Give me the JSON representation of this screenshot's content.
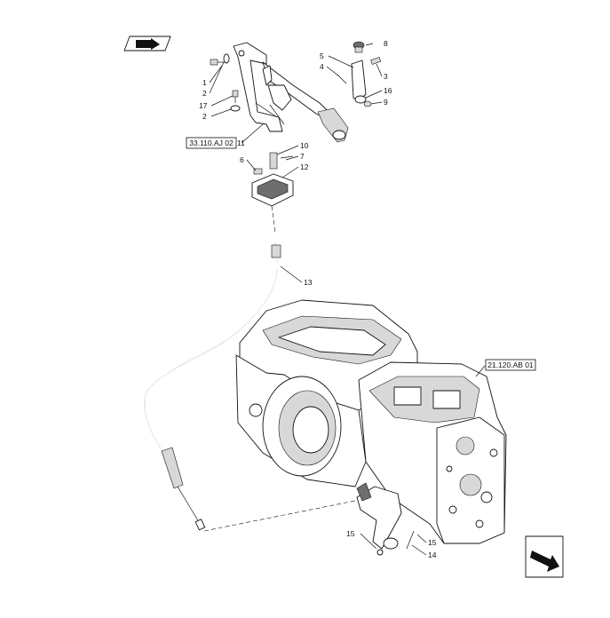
{
  "references": {
    "pedal_group": "33.110.AJ 02",
    "transmission": "21.120.AB 01"
  },
  "callouts": [
    {
      "id": "c1",
      "label": "1"
    },
    {
      "id": "c2a",
      "label": "2"
    },
    {
      "id": "c17",
      "label": "17"
    },
    {
      "id": "c2b",
      "label": "2"
    },
    {
      "id": "c11",
      "label": "11"
    },
    {
      "id": "c5",
      "label": "5"
    },
    {
      "id": "c4",
      "label": "4"
    },
    {
      "id": "c8",
      "label": "8"
    },
    {
      "id": "c3",
      "label": "3"
    },
    {
      "id": "c16",
      "label": "16"
    },
    {
      "id": "c9",
      "label": "9"
    },
    {
      "id": "c10",
      "label": "10"
    },
    {
      "id": "c7",
      "label": "7"
    },
    {
      "id": "c6",
      "label": "6"
    },
    {
      "id": "c12",
      "label": "12"
    },
    {
      "id": "c13",
      "label": "13"
    },
    {
      "id": "c15a",
      "label": "15"
    },
    {
      "id": "c15b",
      "label": "15"
    },
    {
      "id": "c14",
      "label": "14"
    }
  ],
  "icons": {
    "top_nav": "view-direction-arrow-icon",
    "bottom_nav": "view-direction-arrow-icon"
  },
  "colors": {
    "line": "#111111",
    "shade": "#d8d8d8",
    "dark": "#6e6e6e"
  }
}
